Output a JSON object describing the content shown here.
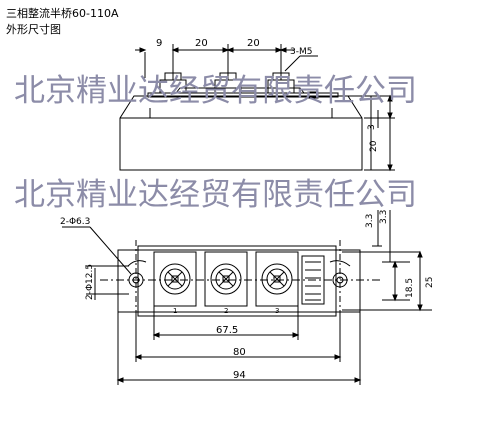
{
  "title": "三相整流半桥60-110A",
  "subtitle": "外形尺寸图",
  "watermark": "北京精业达经贸有限责任公司",
  "dimensions": {
    "top_9": "9",
    "top_20a": "20",
    "top_20b": "20",
    "screw": "3-M5",
    "h_3": "3",
    "h_20": "20",
    "r_33a": "3.3",
    "r_33b": "3.3",
    "d_18_5": "18.5",
    "d_25": "25",
    "d_125": "2-Φ12.5",
    "hole": "2-Φ6.3",
    "w_67_5": "67.5",
    "w_80": "80",
    "w_94": "94",
    "pin1": "1",
    "pin2": "2",
    "pin3": "3"
  }
}
